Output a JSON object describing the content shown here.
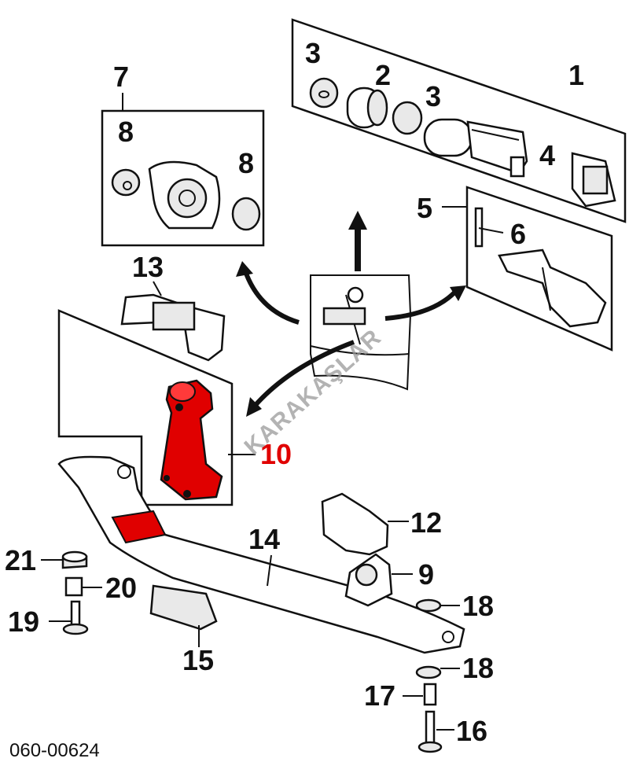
{
  "diagram": {
    "labels": {
      "l1": "1",
      "l2": "2",
      "l3a": "3",
      "l3b": "3",
      "l4": "4",
      "l5": "5",
      "l6": "6",
      "l7": "7",
      "l8a": "8",
      "l8b": "8",
      "l9": "9",
      "l10": "10",
      "l12": "12",
      "l13": "13",
      "l14": "14",
      "l15": "15",
      "l16": "16",
      "l17": "17",
      "l18a": "18",
      "l18b": "18",
      "l19": "19",
      "l20": "20",
      "l21": "21"
    },
    "highlighted_part": "10",
    "highlight_color": "#e00000",
    "code": "060-00624",
    "watermark": "KARAKAŞLAR"
  }
}
